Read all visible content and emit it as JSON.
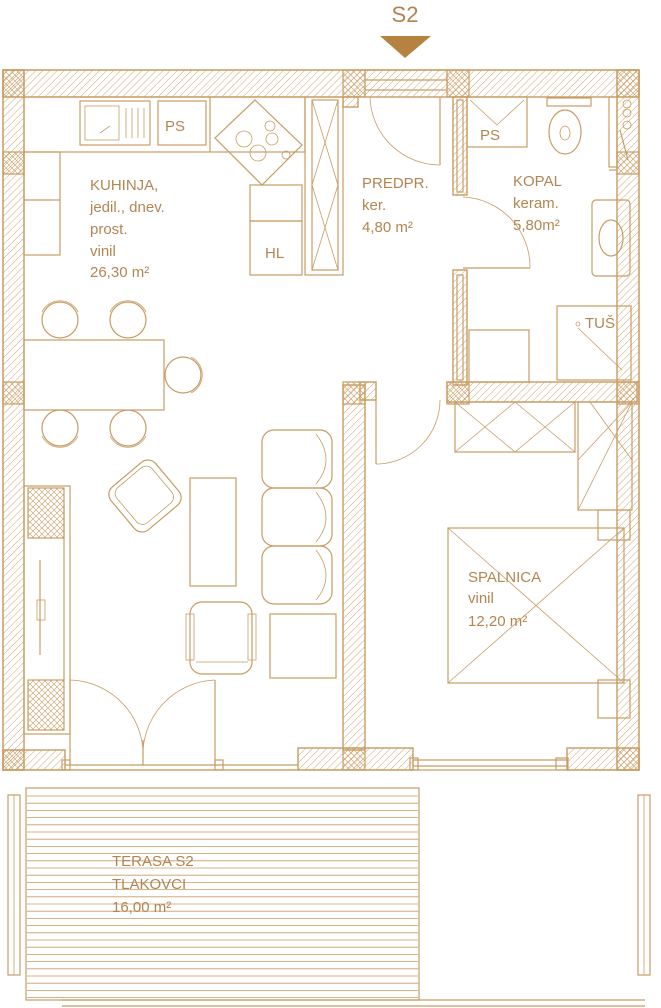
{
  "marker": {
    "label": "S2"
  },
  "rooms": {
    "kitchen": {
      "line1": "KUHINJA,",
      "line2": "jedil., dnev.",
      "line3": "prost.",
      "line4": "vinil",
      "area": "26,30 m²"
    },
    "hall": {
      "line1": "PREDPR.",
      "line2": "ker.",
      "area": "4,80 m²"
    },
    "bath": {
      "line1": "KOPAL",
      "line2": "keram.",
      "area": "5,80m²"
    },
    "bedroom": {
      "line1": "SPALNICA",
      "line2": "vinil",
      "area": "12,20  m²"
    },
    "terrace": {
      "line1": "TERASA      S2",
      "line2": "TLAKOVCI",
      "area": "16,00  m²"
    }
  },
  "fixtures": {
    "ps_kitchen": "PS",
    "ps_bath": "PS",
    "hl": "HL",
    "shower": "TUŠ"
  },
  "colors": {
    "line": "#c89c63",
    "text": "#b38552",
    "marker": "#b6823f"
  }
}
